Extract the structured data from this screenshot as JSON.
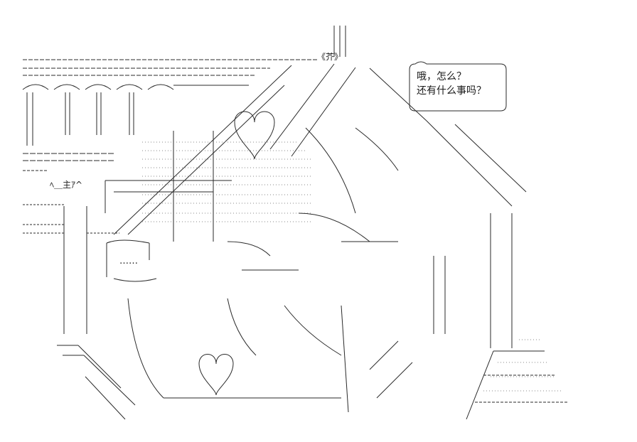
{
  "artwork": {
    "style": "shift-jis ascii art",
    "background_color": "#ffffff",
    "line_color": "#2a2a2a"
  },
  "speech_bubble": {
    "lines": [
      "哦，怎么？",
      "还有什么事吗？"
    ]
  },
  "sign_text": "《芥》",
  "ellipsis_text": "……",
  "cap_text": "ﾍ＿主ｱ^"
}
